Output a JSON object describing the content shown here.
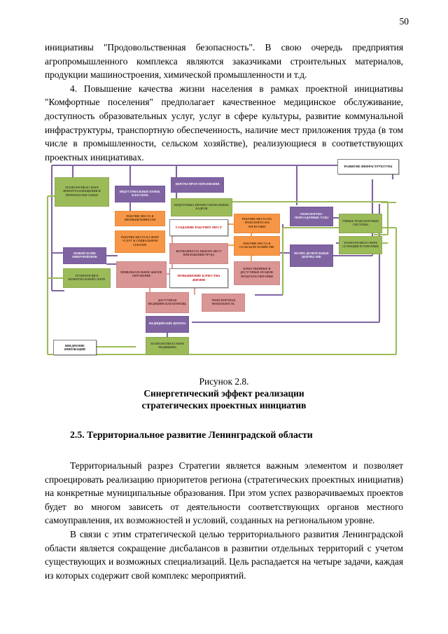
{
  "page": {
    "number": "50"
  },
  "paragraphs": {
    "p1": "инициативы \"Продовольственная безопасность\". В свою очередь предприятия агропромышленного комплекса являются заказчиками строительных материалов, продукции машиностроения, химической промышленности и т.д.",
    "p2": "4. Повышение качества жизни населения в рамках проектной инициативы \"Комфортные поселения\" предполагает качественное медицинское обслуживание, доступность образовательных услуг, услуг в сфере культуры, развитие коммунальной инфраструктуры, транспортную обеспеченность, наличие мест приложения труда (в том числе в промышленности, сельском хозяйстве), реализующиеся в соответствующих проектных инициативах."
  },
  "figure": {
    "number": "Рисунок 2.8.",
    "title_line1": "Синергетический эффект реализации",
    "title_line2": "стратегических проектных инициатив",
    "colors": {
      "green": "#9BBB59",
      "purple": "#8064A2",
      "orange": "#F79646",
      "pink": "#D99694",
      "accent_red": "#C00000",
      "connector_purple": "#8064A2",
      "connector_green": "#9BBB59",
      "connector_pink": "#D99694",
      "connector_orange": "#F79646"
    },
    "nodes": [
      {
        "id": "razvitie-infrastruktury",
        "label": "РАЗВИТИЕ ИНФРАСТРУКТУРЫ",
        "type": "plain"
      },
      {
        "id": "tehnologii-importozamescheniya",
        "label": "ТЕХНОЛОГИИ В СФЕРЕ ИМПОРТОЗАМЕЩЕНИЯ И ПЕРЕРАБОТКИ СЫРЬЯ",
        "type": "green"
      },
      {
        "id": "industrialnye-parki",
        "label": "ИНДУСТРИАЛЬНЫЕ ПАРКИ, КЛАСТЕРЫ",
        "type": "purple"
      },
      {
        "id": "centry-prof-obrazovaniya",
        "label": "ЦЕНТРЫ ПРОФ ОБРАЗОВАНИЯ",
        "type": "purple"
      },
      {
        "id": "podgotovka-kadrov",
        "label": "ПОДГОТОВКА ПРОФЕССИОНАЛЬНЫХ КАДРОВ",
        "type": "green"
      },
      {
        "id": "rabochie-mesta-promyshlennost",
        "label": "РАБОЧИЕ МЕСТА В ПРОМЫШЛЕННОСТИ",
        "type": "orange"
      },
      {
        "id": "rabochie-mesta-uslugi",
        "label": "РАБОЧИЕ МЕСТА В СФЕРЕ УСЛУГ И СОЦИАЛЬНОМ СЕКТОРЕ",
        "type": "orange"
      },
      {
        "id": "sozdanie-rabochih-mest",
        "label": "СОЗДАНИЕ РАБОЧИХ МЕСТ",
        "type": "white"
      },
      {
        "id": "vozmozhnost-vybora",
        "label": "ВОЗМОЖНОСТЬ ВЫБОРА МЕСТ ПРИЛОЖЕНИЯ ТРУДА",
        "type": "pink"
      },
      {
        "id": "povyshenie-kachestva-zhizni",
        "label": "ПОВЫШЕНИЕ КАЧЕСТВА ЖИЗНИ",
        "type": "white"
      },
      {
        "id": "rabochie-mesta-transport",
        "label": "РАБОЧИЕ МЕСТА НА ТРАНСПОРТЕ И В ЛОГИСТИКЕ",
        "type": "orange"
      },
      {
        "id": "rabochie-mesta-selhoz",
        "label": "РАБОЧИЕ МЕСТА В СЕЛЬСКОМ ХОЗЯЙСТВЕ",
        "type": "orange"
      },
      {
        "id": "kachestvennye-produkty",
        "label": "КАЧЕСТВЕННЫЕ И ДОСТУПНЫЕ ПО ЦЕНЕ ПРОДУКТЫ ПИТАНИЯ",
        "type": "pink"
      },
      {
        "id": "transportno-peresadochnye-uzly",
        "label": "ТРАНСПОРТНО-ПЕРЕСАДОЧНЫЕ УЗЛЫ",
        "type": "purple"
      },
      {
        "id": "umnye-transportnye-sistemy",
        "label": "УМНЫЕ ТРАНСПОРТНЫЕ СИСТЕМЫ",
        "type": "green"
      },
      {
        "id": "tehnologii-selekcii",
        "label": "ТЕХНОЛОГИИ В СФЕРЕ СЕЛЕКЦИИ И ГЕНЕТИКИ",
        "type": "green"
      },
      {
        "id": "raspredelitelnye-centry-apk",
        "label": "РАСПРЕ-ДЕЛИТЕЛЬНЫЕ ЦЕНТРЫ АПК",
        "type": "purple"
      },
      {
        "id": "novyy-oblik-mikrorayonov",
        "label": "НОВЫЙ ОБЛИК МИКРОРАЙОНОВ",
        "type": "purple"
      },
      {
        "id": "tehnologii-kommunalnoy-sfere",
        "label": "ТЕХНОЛОГИИ В КОММУНАЛЬНОЙ СФЕРЕ",
        "type": "green"
      },
      {
        "id": "privlekatelnoe-zhiloe-okruzhenie",
        "label": "ПРИВЛЕКАТЕЛЬНОЕ ЖИЛОЕ ОКРУЖЕНИЕ",
        "type": "pink"
      },
      {
        "id": "dostupnaya-medicinskaya-pomosch",
        "label": "ДОСТУПНАЯ МЕДИЦИНСКАЯ ПОМОЩЬ",
        "type": "pink"
      },
      {
        "id": "transportnaya-mobilnost",
        "label": "ТРАНСПОРТНАЯ МОБИЛЬНОСТЬ",
        "type": "pink"
      },
      {
        "id": "medicinskie-centry",
        "label": "МЕДИЦИНСКИЕ ЦЕНТРЫ",
        "type": "purple"
      },
      {
        "id": "tehnologii-medicina",
        "label": "ТЕХНОЛОГИИ В СФЕРЕ МЕДИЦИНЫ",
        "type": "green"
      },
      {
        "id": "vnedrenie-innovaciy",
        "label": "ВНЕДРЕНИЕ ИННОВАЦИЙ",
        "type": "plain"
      }
    ]
  },
  "section": {
    "heading": "2.5. Территориальное развитие Ленинградской области",
    "p1": "Территориальный разрез Стратегии является важным элементом и позволяет спроецировать реализацию приоритетов региона (стратегических проектных инициатив) на конкретные муниципальные образования. При этом успех разворачиваемых проектов будет во многом зависеть от деятельности соответствующих органов местного самоуправления, их возможностей и условий, созданных на региональном уровне.",
    "p2": "В связи с этим стратегической целью территориального развития Ленинградской области является сокращение дисбалансов в развитии отдельных территорий с учетом существующих и возможных специализаций. Цель распадается на четыре задачи, каждая из которых содержит свой комплекс мероприятий."
  }
}
